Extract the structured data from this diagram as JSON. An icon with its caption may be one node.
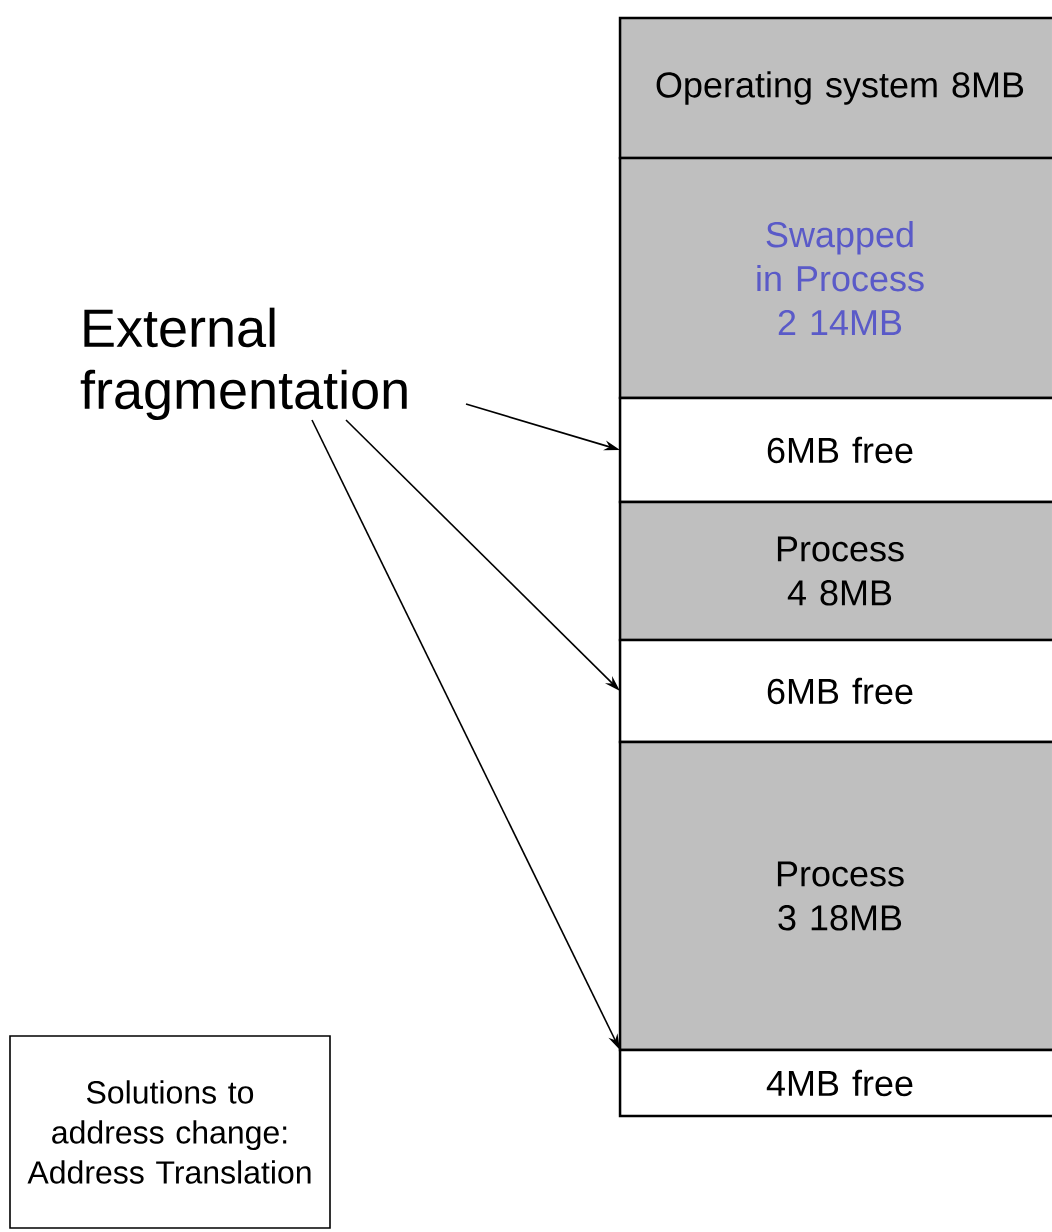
{
  "diagram": {
    "nodes": [
      {
        "text": [
          "Operating system 8MB"
        ]
      },
      {
        "text": [
          "Swapped in Process 2 14MB"
        ]
      },
      {
        "text": [
          "6MB free"
        ]
      },
      {
        "text": [
          "Process 4 8MB"
        ]
      },
      {
        "text": [
          "6MB free"
        ]
      },
      {
        "text": [
          "Process 3 18MB"
        ]
      },
      {
        "text": [
          "4MB free"
        ]
      },
      {
        "text": [
          "External fragmentation"
        ]
      },
      {
        "text": [
          "Solutions to address change: Address Translation"
        ]
      }
    ],
    "edges": [
      {
        "from": 7,
        "to": 2,
        "arrow": "to"
      },
      {
        "from": 7,
        "to": 4,
        "arrow": "to"
      },
      {
        "from": 7,
        "to": 6,
        "arrow": "to"
      }
    ]
  }
}
